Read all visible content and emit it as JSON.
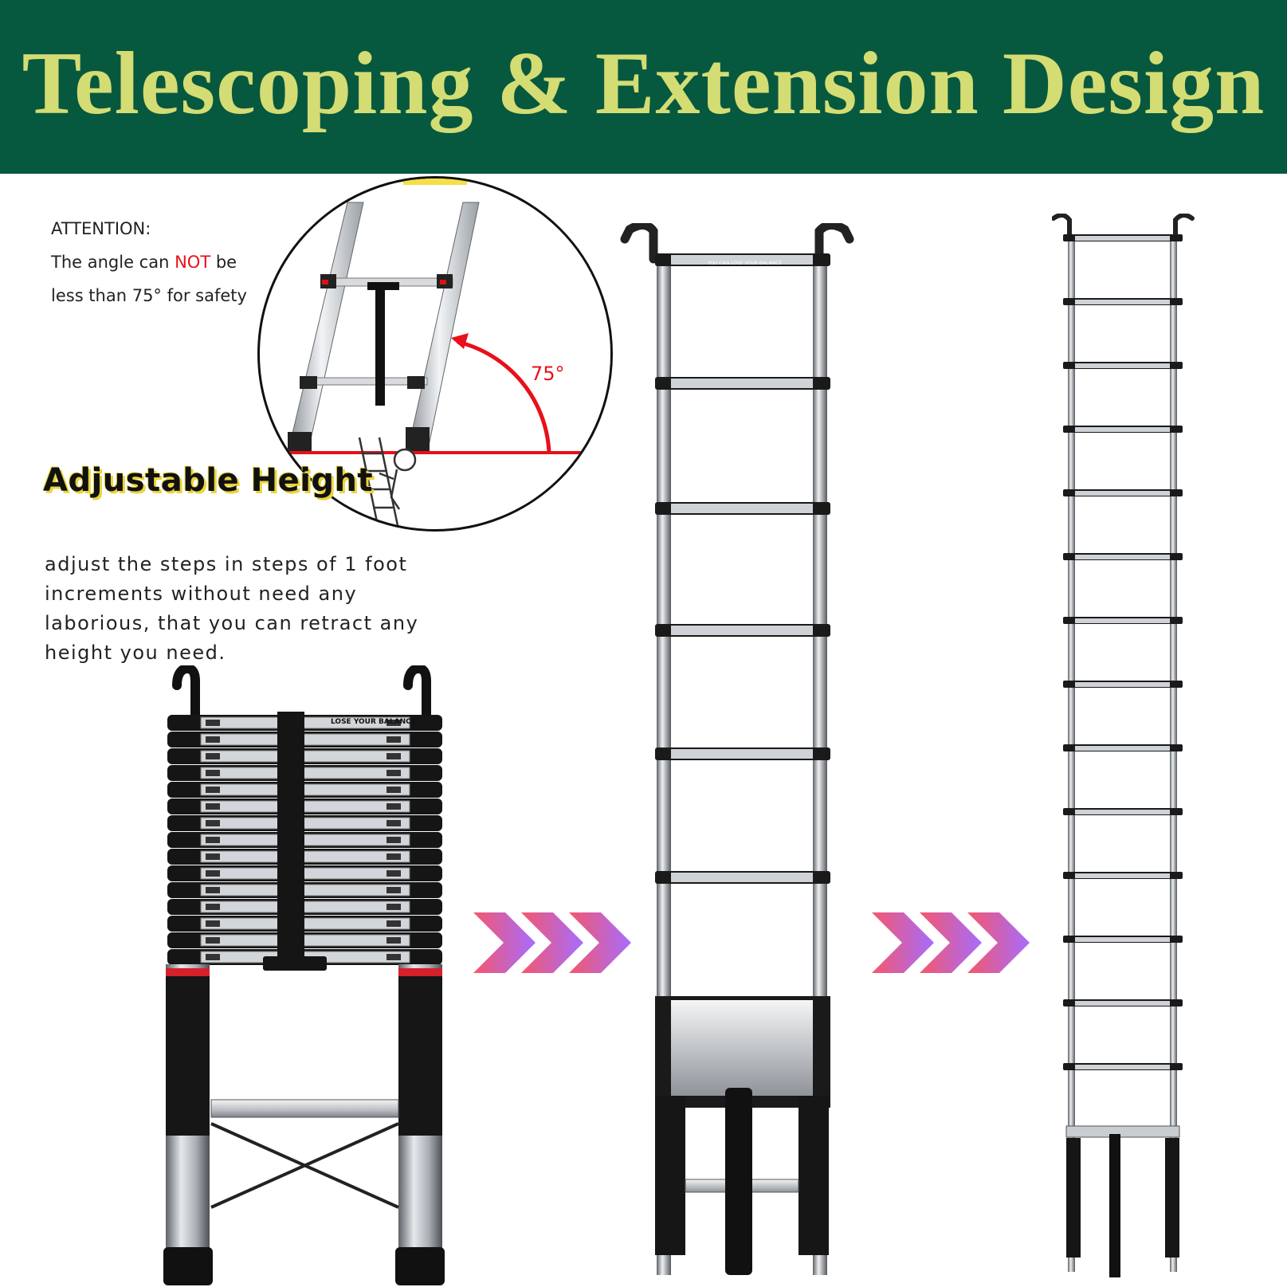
{
  "banner": {
    "title": "Telescoping & Extension Design",
    "bg_color": "#06593e",
    "text_color": "#d4dc74"
  },
  "attention": {
    "heading": "ATTENTION:",
    "line1_before": "The angle can ",
    "line1_highlight": "NOT",
    "line1_after": " be",
    "line2": "less than 75° for safety",
    "highlight_color": "#e8101a"
  },
  "angle_diagram": {
    "angle_label": "75°",
    "accent_color": "#e8101a"
  },
  "adjustable": {
    "title": "Adjustable Height",
    "description": "adjust the steps in steps of 1 foot increments without need any laborious, that you can retract any height you need."
  },
  "ladder_labels": {
    "sticker_top": "YOU CAN LOSE YOUR BALANCE",
    "sticker_collapsed": "LOSE YOUR BALANCE"
  },
  "images": [
    {
      "name": "collapsed-ladder",
      "state": "retracted"
    },
    {
      "name": "partially-extended-ladder",
      "state": "partially extended"
    },
    {
      "name": "fully-extended-ladder",
      "state": "fully extended"
    }
  ],
  "arrows": {
    "icon": "triple-chevron-right",
    "gradient": [
      "#f5576c",
      "#a66cff"
    ]
  }
}
